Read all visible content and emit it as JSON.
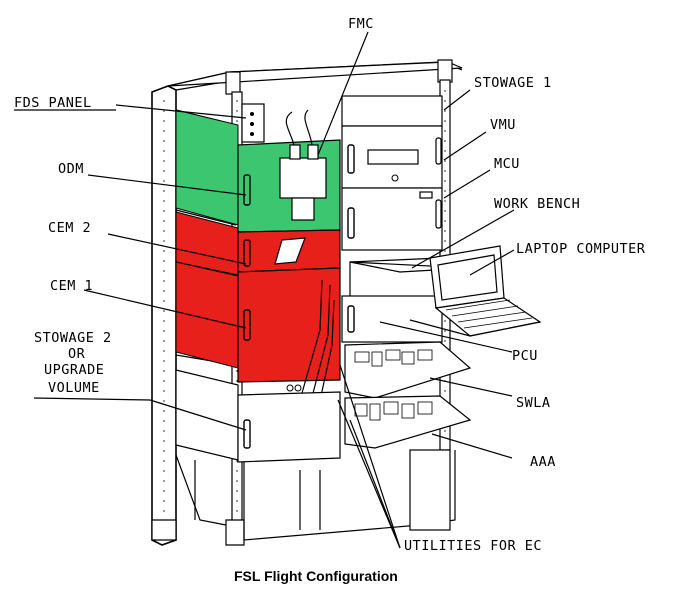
{
  "labels": {
    "fmc": "FMC",
    "fds_panel": "FDS PANEL",
    "stowage1": "STOWAGE 1",
    "vmu": "VMU",
    "mcu": "MCU",
    "odm": "ODM",
    "work_bench": "WORK BENCH",
    "cem2": "CEM 2",
    "laptop": "LAPTOP COMPUTER",
    "cem1": "CEM 1",
    "stowage2_l1": "STOWAGE 2",
    "stowage2_l2": "OR",
    "stowage2_l3": "UPGRADE",
    "stowage2_l4": "VOLUME",
    "pcu": "PCU",
    "swla": "SWLA",
    "aaa": "AAA",
    "utilities": "UTILITIES FOR EC"
  },
  "caption": "FSL Flight Configuration",
  "colors": {
    "odm_green": "#3cc66f",
    "cem_red": "#e8201c",
    "line": "#000000",
    "background": "#ffffff"
  }
}
